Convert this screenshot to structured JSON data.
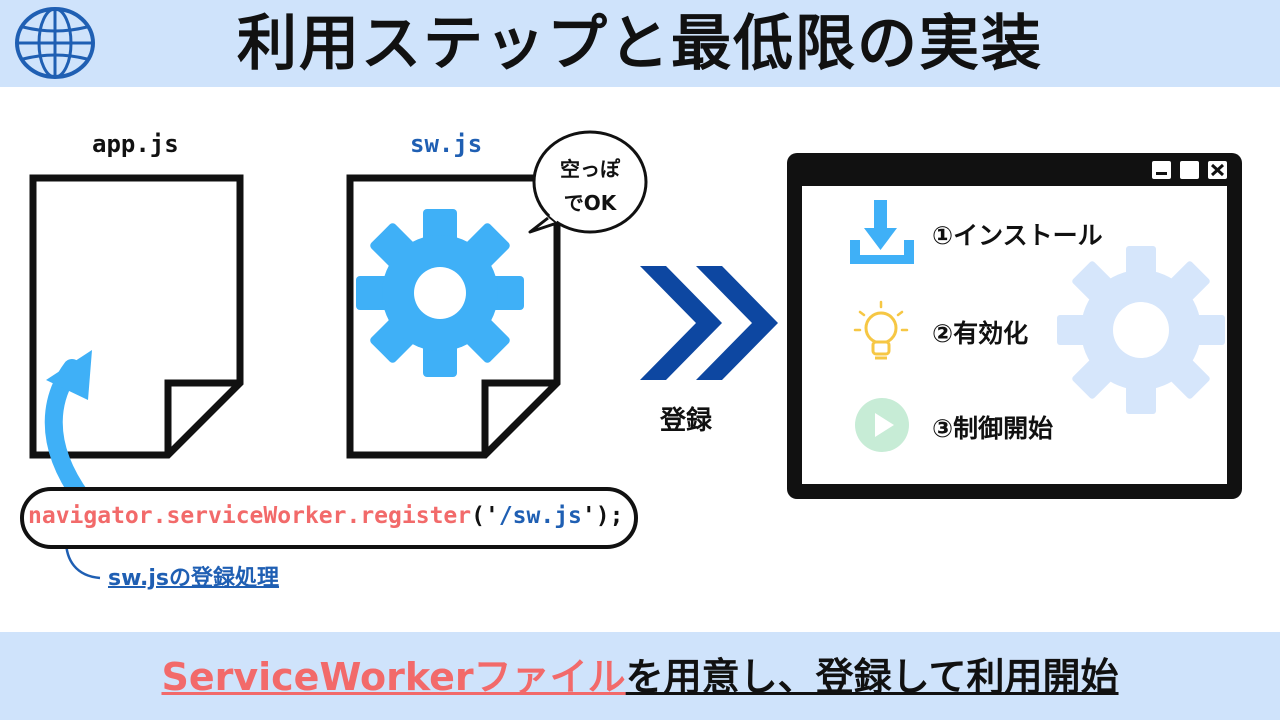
{
  "header": {
    "title": "利用ステップと最低限の実装",
    "icon": "globe-icon"
  },
  "files": {
    "app_label": "app.js",
    "sw_label": "sw.js",
    "bubble_line1": "空っぽ",
    "bubble_line2": "でOK"
  },
  "code": {
    "function": "navigator.serviceWorker.register",
    "open": "('",
    "arg": "/sw.js",
    "close": "');"
  },
  "note": "sw.jsの登録処理",
  "arrow_label": "登録",
  "window": {
    "steps": [
      {
        "label": "①インストール",
        "icon": "download-icon"
      },
      {
        "label": "②有効化",
        "icon": "lightbulb-icon"
      },
      {
        "label": "③制御開始",
        "icon": "play-icon"
      }
    ]
  },
  "footer": {
    "highlight": "ServiceWorkerファイル",
    "rest": "を用意し、登録して利用開始"
  },
  "colors": {
    "header_bg": "#cfe3fb",
    "accent_blue": "#1f5fb3",
    "gear_blue": "#3fb0f7",
    "chevron_blue": "#0d47a1",
    "accent_red": "#f26a6a",
    "bulb_yellow": "#f6c744",
    "play_green": "#c7ecd6"
  }
}
